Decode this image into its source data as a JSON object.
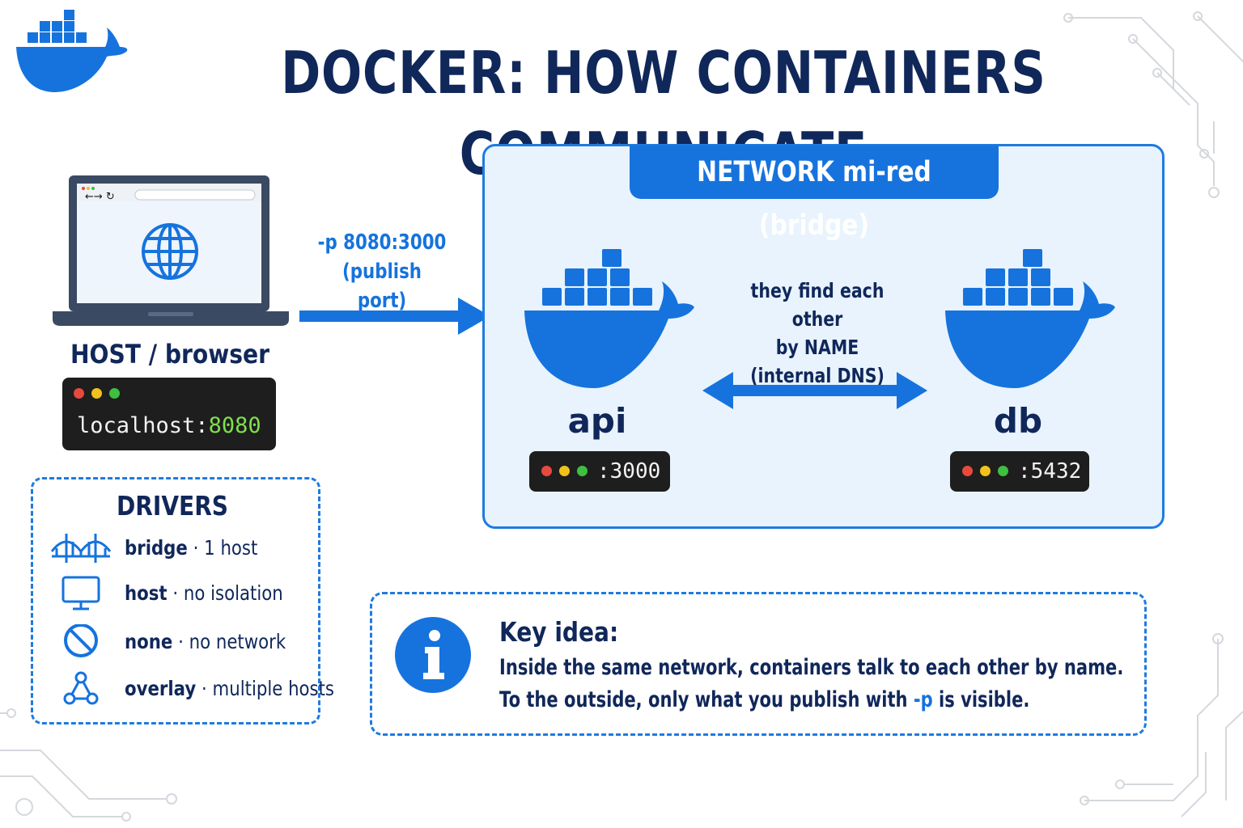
{
  "title": "DOCKER: HOW CONTAINERS COMMUNICATE",
  "host": {
    "label": "HOST / browser",
    "terminal_prefix": "localhost:",
    "terminal_port": "8080"
  },
  "port_mapping": {
    "flag": "-p 8080:3000",
    "note": "(publish port)"
  },
  "network": {
    "title": "NETWORK mi-red (bridge)",
    "containers": [
      {
        "name": "api",
        "port": ":3000"
      },
      {
        "name": "db",
        "port": ":5432"
      }
    ],
    "link_text": [
      "they find each other",
      "by NAME",
      "(internal DNS)"
    ]
  },
  "drivers": {
    "title": "DRIVERS",
    "items": [
      {
        "name": "bridge",
        "desc": "1 host",
        "icon": "bridge-icon"
      },
      {
        "name": "host",
        "desc": "no isolation",
        "icon": "monitor-icon"
      },
      {
        "name": "none",
        "desc": "no network",
        "icon": "no-entry-icon"
      },
      {
        "name": "overlay",
        "desc": "multiple hosts",
        "icon": "network-nodes-icon"
      }
    ],
    "separator": "·"
  },
  "key_idea": {
    "title": "Key idea:",
    "line1": "Inside the same network, containers talk to each other by name.",
    "line2_before": "To the outside, only what you publish with ",
    "line2_flag": "-p",
    "line2_after": " is visible."
  },
  "colors": {
    "accent": "#1673dd",
    "navy": "#10275a",
    "network_bg": "#e8f3fd",
    "terminal_bg": "#1e1e1e"
  }
}
